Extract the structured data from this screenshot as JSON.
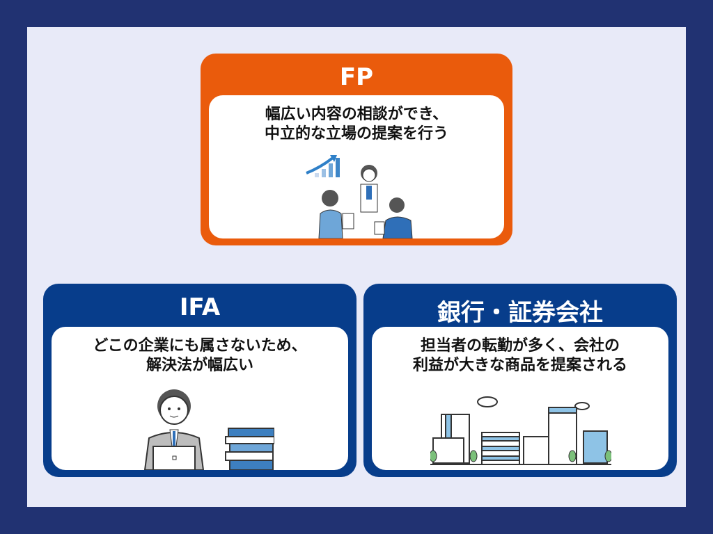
{
  "cards": [
    {
      "title": "FP",
      "desc_lines": [
        "幅広い内容の相談ができ、",
        "中立的な立場の提案を行う"
      ],
      "color": "#ea5b0c",
      "illustration": "consultation-meeting"
    },
    {
      "title": "IFA",
      "desc_lines": [
        "どこの企業にも属さないため、",
        "解決法が幅広い"
      ],
      "color": "#073d8b",
      "illustration": "advisor-with-laptop-and-books"
    },
    {
      "title": "銀行・証券会社",
      "desc_lines": [
        "担当者の転勤が多く、会社の",
        "利益が大きな商品を提案される"
      ],
      "color": "#073d8b",
      "illustration": "city-buildings"
    }
  ]
}
